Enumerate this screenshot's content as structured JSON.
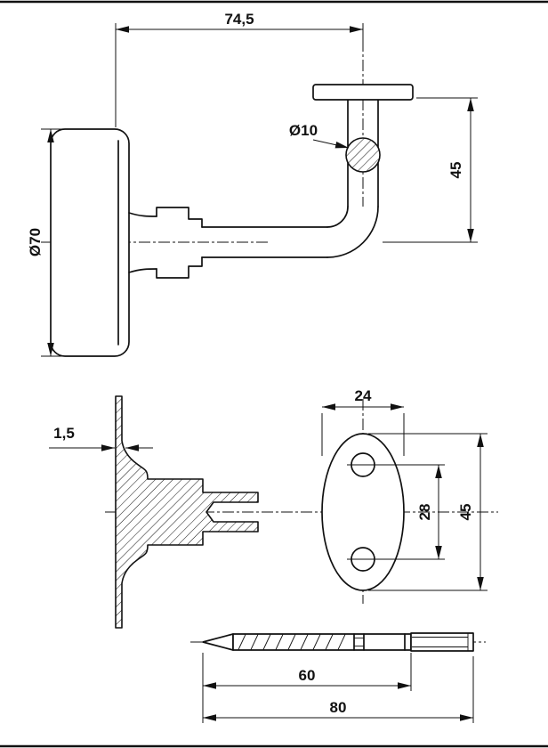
{
  "colors": {
    "line": "#111111",
    "background": "#ffffff"
  },
  "dimensions": {
    "wall_offset": "74,5",
    "rose_diameter": "Ø70",
    "pin_hole_diameter": "Ø10",
    "bracket_height": "45",
    "rose_thickness": "1,5",
    "flange_width": "24",
    "flange_hole_spacing": "28",
    "flange_height": "45",
    "stud_thread_length": "60",
    "stud_total_length": "80"
  }
}
